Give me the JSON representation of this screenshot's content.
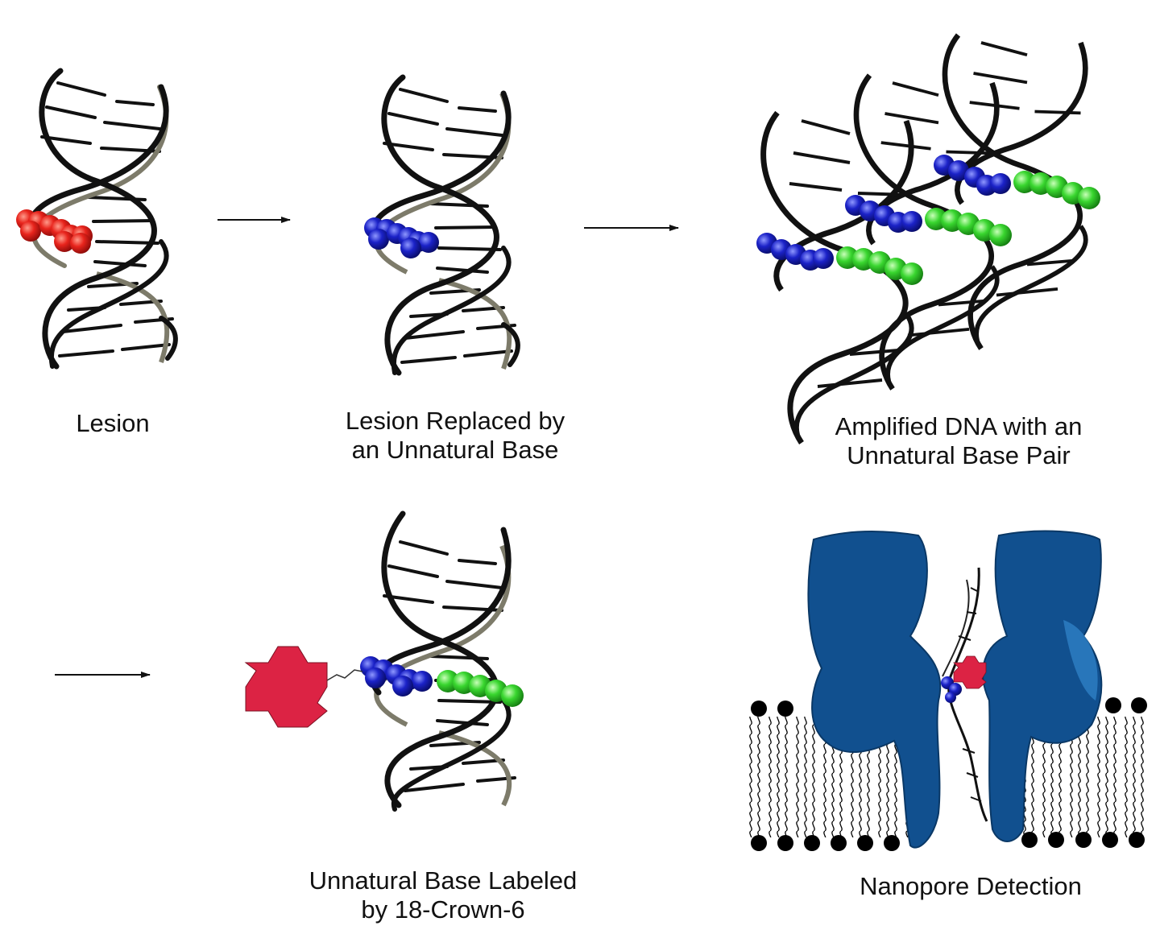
{
  "captions": {
    "lesion": "Lesion",
    "replaced_line1": "Lesion Replaced by",
    "replaced_line2": "an Unnatural Base",
    "amplified_line1": "Amplified DNA with an",
    "amplified_line2": "Unnatural Base Pair",
    "labeled_line1": "Unnatural Base Labeled",
    "labeled_line2": "by 18-Crown-6",
    "nanopore": "Nanopore Detection"
  },
  "colors": {
    "backbone": "#111111",
    "backbone_back": "#7d7b6a",
    "lesion": "#e8241c",
    "unnatural_base": "#1b22c8",
    "partner_base": "#39d62f",
    "crown_ether": "#dc2344",
    "nanopore_protein": "#11508f",
    "lipid": "#000000"
  },
  "icons": {
    "arrow": "right-arrow-icon",
    "crown": "crown-ether-icon"
  }
}
